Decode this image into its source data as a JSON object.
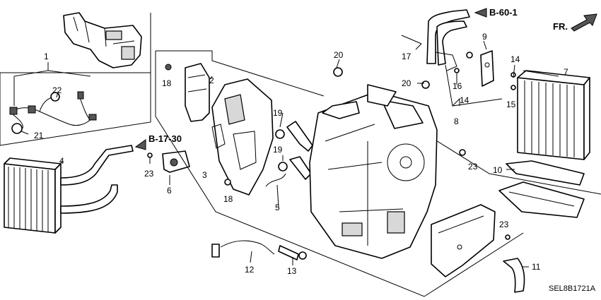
{
  "callouts": {
    "c1": "1",
    "c2": "2",
    "c3": "3",
    "c4": "4",
    "c5": "5",
    "c6": "6",
    "c7": "7",
    "c8": "8",
    "c9": "9",
    "c10": "10",
    "c11": "11",
    "c12": "12",
    "c13": "13",
    "c14a": "14",
    "c14b": "14",
    "c15": "15",
    "c16": "16",
    "c17": "17",
    "c18a": "18",
    "c18b": "18",
    "c19a": "19",
    "c19b": "19",
    "c20a": "20",
    "c20b": "20",
    "c21": "21",
    "c22": "22",
    "c23a": "23",
    "c23b": "23",
    "c23c": "23"
  },
  "references": {
    "b60": "B-60-1",
    "b17": "B-17-30"
  },
  "direction_label": "FR.",
  "diagram_code": "SEL8B1721A"
}
